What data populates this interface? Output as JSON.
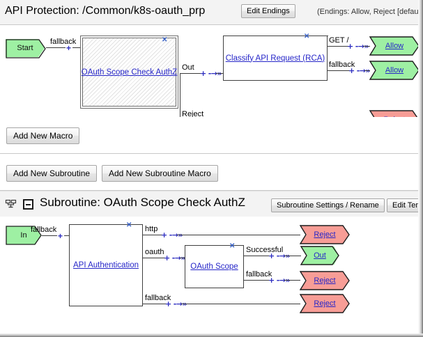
{
  "header": {
    "title": "API Protection: /Common/k8s-oauth_prp",
    "edit_endings_label": "Edit Endings",
    "endings_note": "(Endings: Allow, Reject [default])"
  },
  "toolbars": {
    "add_macro_label": "Add New Macro",
    "add_subroutine_label": "Add New Subroutine",
    "add_subroutine_macro_label": "Add New Subroutine Macro"
  },
  "subroutine_header": {
    "title": "Subroutine: OAuth Scope Check AuthZ",
    "settings_label": "Subroutine Settings / Rename",
    "edit_terminals_label": "Edit Term",
    "collapse_icon": "minus-box-icon",
    "subroutine_icon": "subroutine-merge-icon"
  },
  "macro_flow": {
    "start_terminal": "Start",
    "start_branch_label": "fallback",
    "box1_label": "OAuth Scope Check AuthZ",
    "box1_out_label": "Out",
    "box1_reject_label": "Reject",
    "box2_label": "Classify API Request (RCA)",
    "box2_branch1_label": "GET /",
    "box2_branch2_label": "fallback",
    "ending_allow_1": "Allow",
    "ending_allow_2": "Allow",
    "ending_reject_1": "Reject",
    "close_icon": "close-x-icon",
    "connector_icon": "plus-arrow-connector"
  },
  "subroutine_flow": {
    "in_terminal": "In",
    "in_branch_label": "fallback",
    "box1_label": "API Authentication",
    "box1_branch1_label": "http",
    "box1_branch2_label": "oauth",
    "box1_branch3_label": "fallback",
    "box2_label": "OAuth Scope",
    "box2_branch1_label": "Successful",
    "box2_branch2_label": "fallback",
    "ending_reject_1": "Reject",
    "ending_out": "Out",
    "ending_reject_2": "Reject",
    "ending_reject_3": "Reject",
    "close_icon": "close-x-icon",
    "connector_icon": "plus-arrow-connector"
  },
  "colors": {
    "allow_green": "#9ef0a3",
    "reject_red": "#f79d96",
    "link_blue": "#2626c8",
    "connector_blue": "#2c2cc0",
    "panel_grey": "#f3f3f3"
  }
}
